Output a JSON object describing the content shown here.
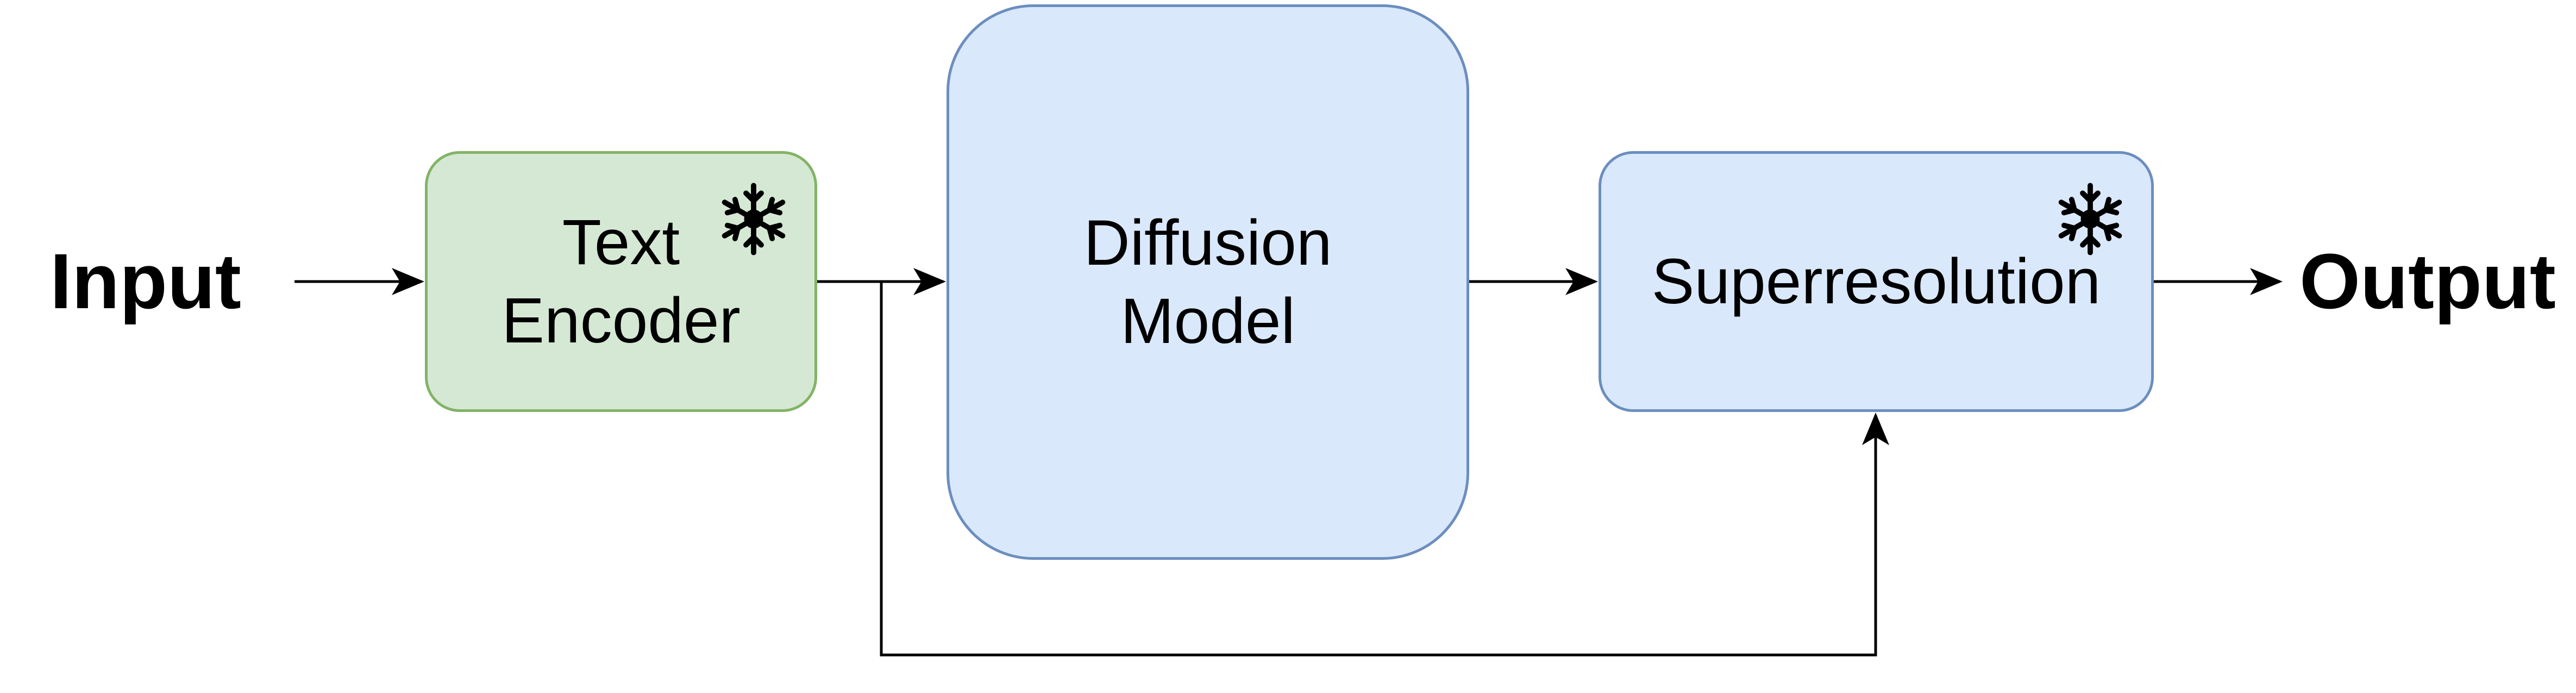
{
  "diagram": {
    "input_label": "Input",
    "output_label": "Output",
    "nodes": {
      "text_encoder": {
        "line1": "Text",
        "line2": "Encoder",
        "frozen_icon": "snowflake-icon",
        "fill": "#d5e8d4",
        "stroke": "#82b366"
      },
      "diffusion_model": {
        "line1": "Diffusion",
        "line2": "Model",
        "fill": "#dae8fc",
        "stroke": "#6c8ebf"
      },
      "superresolution": {
        "label": "Superresolution",
        "frozen_icon": "snowflake-icon",
        "fill": "#dae8fc",
        "stroke": "#6c8ebf"
      }
    },
    "edges": [
      {
        "from": "Input",
        "to": "Text Encoder"
      },
      {
        "from": "Text Encoder",
        "to": "Diffusion Model"
      },
      {
        "from": "Diffusion Model",
        "to": "Superresolution"
      },
      {
        "from": "Text Encoder",
        "to": "Superresolution"
      },
      {
        "from": "Superresolution",
        "to": "Output"
      }
    ],
    "edge_color": "#000000"
  }
}
